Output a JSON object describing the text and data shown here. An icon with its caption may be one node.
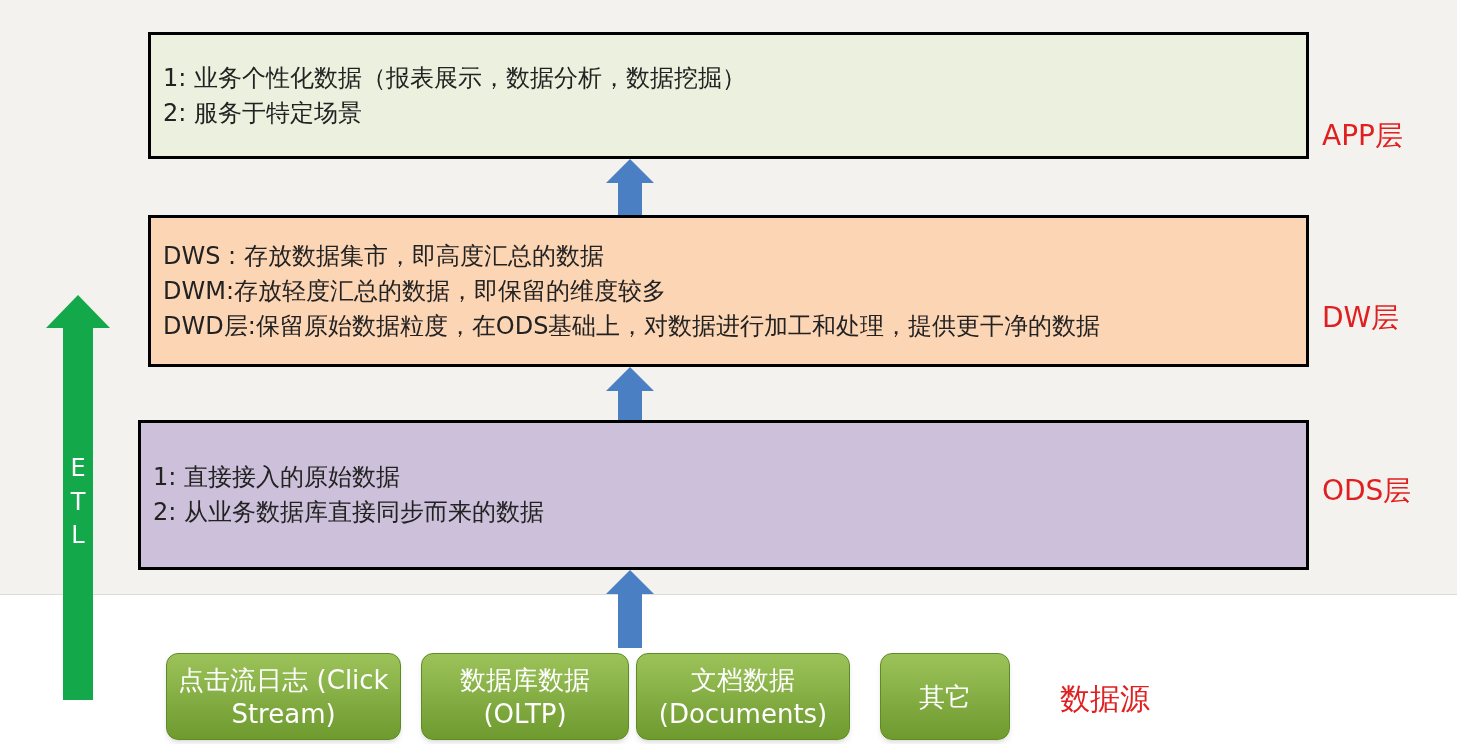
{
  "diagram": {
    "nodes": [
      {
        "text": [
          "1:  业务个性化数据（报表展示，数据分析，数据挖掘）",
          "2:  服务于特定场景"
        ],
        "beside": [
          "APP层"
        ]
      },
      {
        "text": [
          "DWS : 存放数据集市，即高度汇总的数据",
          "DWM:存放轻度汇总的数据，即保留的维度较多",
          "DWD层:保留原始数据粒度，在ODS基础上，对数据进行加工和处理，提供更干净的数据"
        ],
        "beside": [
          "DW层"
        ]
      },
      {
        "text": [
          "1:  直接接入的原始数据",
          "2:  从业务数据库直接同步而来的数据"
        ],
        "beside": [
          "ODS层"
        ]
      },
      {
        "text": [
          "点击流日志 (Click Stream)"
        ]
      },
      {
        "text": [
          "数据库数据 (OLTP)"
        ]
      },
      {
        "text": [
          "文档数据 (Documents)"
        ]
      },
      {
        "text": [
          "其它"
        ]
      }
    ],
    "edges": [
      {
        "from": 1,
        "to": 0,
        "arrow": "to"
      },
      {
        "from": 2,
        "to": 1,
        "arrow": "to"
      },
      {
        "from": null,
        "to": 2,
        "arrow": "to"
      }
    ],
    "labels": [
      "ETL",
      "数据源"
    ]
  }
}
